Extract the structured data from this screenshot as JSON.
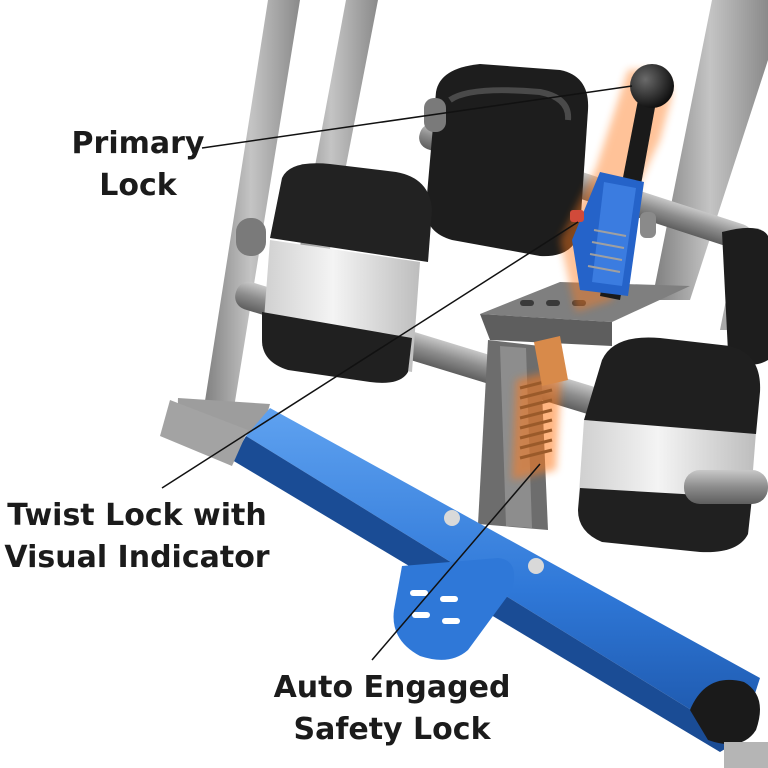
{
  "callouts": {
    "primary_lock": {
      "line1": "Primary",
      "line2": "Lock"
    },
    "twist_lock": {
      "line1": "Twist Lock with",
      "line2": "Visual Indicator"
    },
    "auto_lock": {
      "line1": "Auto Engaged",
      "line2": "Safety Lock"
    }
  },
  "colors": {
    "frame": "#9a9a9a",
    "crossbar": "#2f78d8",
    "roller_pad": "#1d1d1d",
    "roller_body": "#e6e6e6",
    "lock_housing": "#2563c9",
    "highlight_glow": "#ff7a1a",
    "label_text": "#1b1b1b"
  }
}
